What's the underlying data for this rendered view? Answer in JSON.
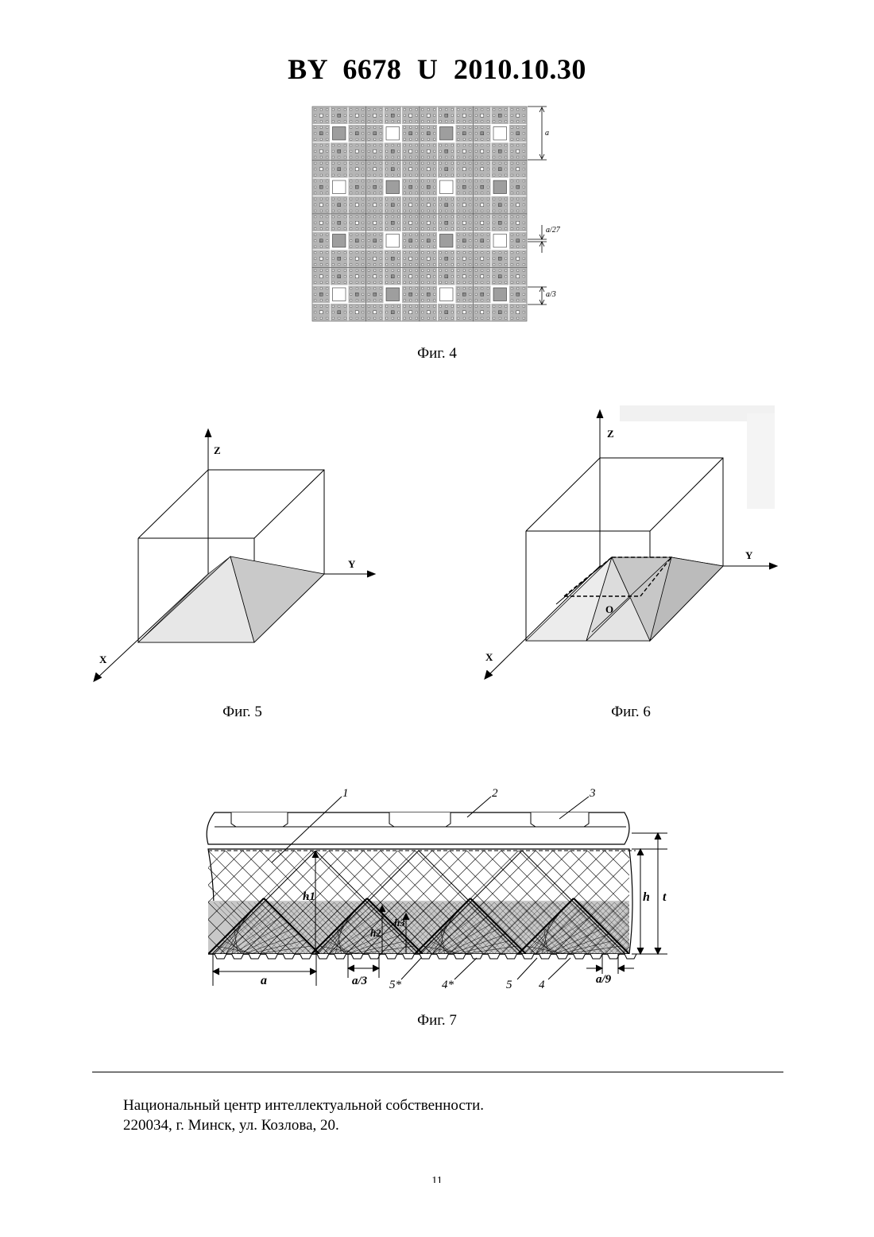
{
  "header": {
    "title": "BY  6678  U  2010.10.30"
  },
  "figures": {
    "fig4": {
      "caption": "Фиг. 4",
      "dims": {
        "a": "a",
        "a27": "a/27",
        "a3": "a/3"
      },
      "colors": {
        "tile": "#b5b5b5",
        "hole": "#ffffff"
      }
    },
    "fig5": {
      "caption": "Фиг. 5",
      "axes": {
        "z": "Z",
        "y": "Y",
        "x": "X"
      }
    },
    "fig6": {
      "caption": "Фиг. 6",
      "axes": {
        "z": "Z",
        "y": "Y",
        "x": "X"
      },
      "point": "O"
    },
    "fig7": {
      "caption": "Фиг. 7",
      "callouts": {
        "c1": "1",
        "c2": "2",
        "c3": "3",
        "c5s": "5*",
        "c4s": "4*",
        "c5": "5",
        "c4": "4"
      },
      "dims": {
        "h1": "h1",
        "h2": "h2",
        "h3": "h3",
        "h": "h",
        "t": "t",
        "a": "a",
        "a3": "a/3",
        "a9": "a/9"
      }
    }
  },
  "footer": {
    "line1": "Национальный центр интеллектуальной собственности.",
    "line2": "220034, г. Минск, ул. Козлова, 20.",
    "page_number": "11"
  }
}
